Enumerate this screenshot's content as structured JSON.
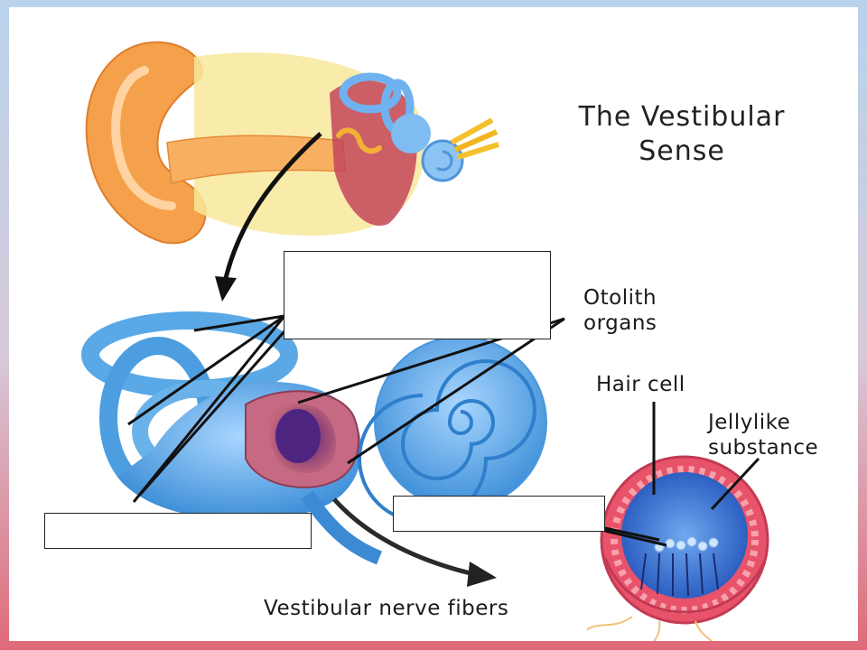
{
  "title_lines": [
    "The Vestibular",
    "Sense"
  ],
  "labels": {
    "otolith_line1": "Otolith",
    "otolith_line2": "organs",
    "hair_cell": "Hair cell",
    "jelly_line1": "Jellylike",
    "jelly_line2": "substance",
    "nerve_fibers": "Vestibular nerve fibers"
  },
  "colors": {
    "canal_blue": "#5aa9e6",
    "outer_ear": "#f5a04a",
    "utricle_red": "#a44a63",
    "membrane_red": "#d9425a"
  }
}
